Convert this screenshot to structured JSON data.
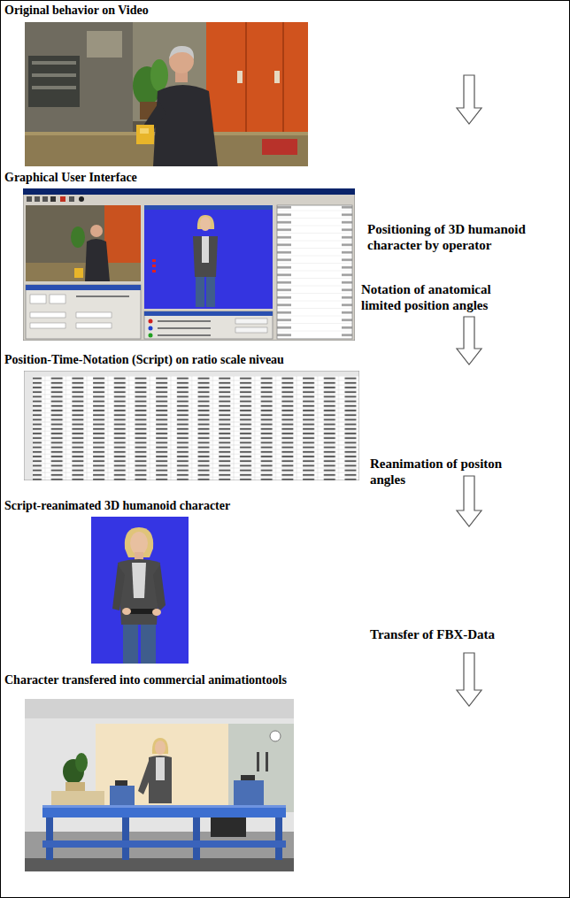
{
  "diagram": {
    "nodes": [
      {
        "text": [
          "Original behavior on Video"
        ]
      },
      {
        "text": [
          "Graphical User Interface"
        ]
      },
      {
        "text": [
          "Position-Time-Notation (Script) on ratio scale niveau"
        ]
      },
      {
        "text": [
          "Script-reanimated 3D humanoid character"
        ]
      },
      {
        "text": [
          "Character transfered into commercial animationtools"
        ]
      }
    ],
    "labels": [
      "Positioning of 3D humanoid character by operator",
      "Notation of anatomical limited position angles",
      "Reanimation of positon angles",
      "Transfer of FBX-Data"
    ]
  }
}
